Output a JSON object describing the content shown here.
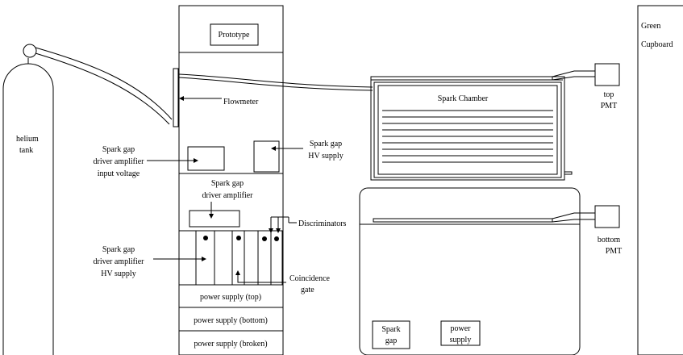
{
  "labels": {
    "prototype": "Prototype",
    "flowmeter": "Flowmeter",
    "helium_tank_line1": "helium",
    "helium_tank_line2": "tank",
    "spark_gap_hv_supply_line1": "Spark gap",
    "spark_gap_hv_supply_line2": "HV supply",
    "driver_input_line1": "Spark gap",
    "driver_input_line2": "driver amplifier",
    "driver_input_line3": "input voltage",
    "driver_amp_line1": "Spark gap",
    "driver_amp_line2": "driver amplifier",
    "discriminators": "Discriminators",
    "driver_hv_line1": "Spark gap",
    "driver_hv_line2": "driver amplifier",
    "driver_hv_line3": "HV supply",
    "coincidence_line1": "Coincidence",
    "coincidence_line2": "gate",
    "power_supply_top": "power supply (top)",
    "power_supply_bottom": "power supply (bottom)",
    "power_supply_broken": "power supply (broken)",
    "spark_chamber": "Spark Chamber",
    "top_pmt_line1": "top",
    "top_pmt_line2": "PMT",
    "bottom_pmt_line1": "bottom",
    "bottom_pmt_line2": "PMT",
    "spark_gap_box_line1": "Spark",
    "spark_gap_box_line2": "gap",
    "power_supply_box_line1": "power",
    "power_supply_box_line2": "supply",
    "cupboard_line1": "Green",
    "cupboard_line2": "Cupboard"
  }
}
